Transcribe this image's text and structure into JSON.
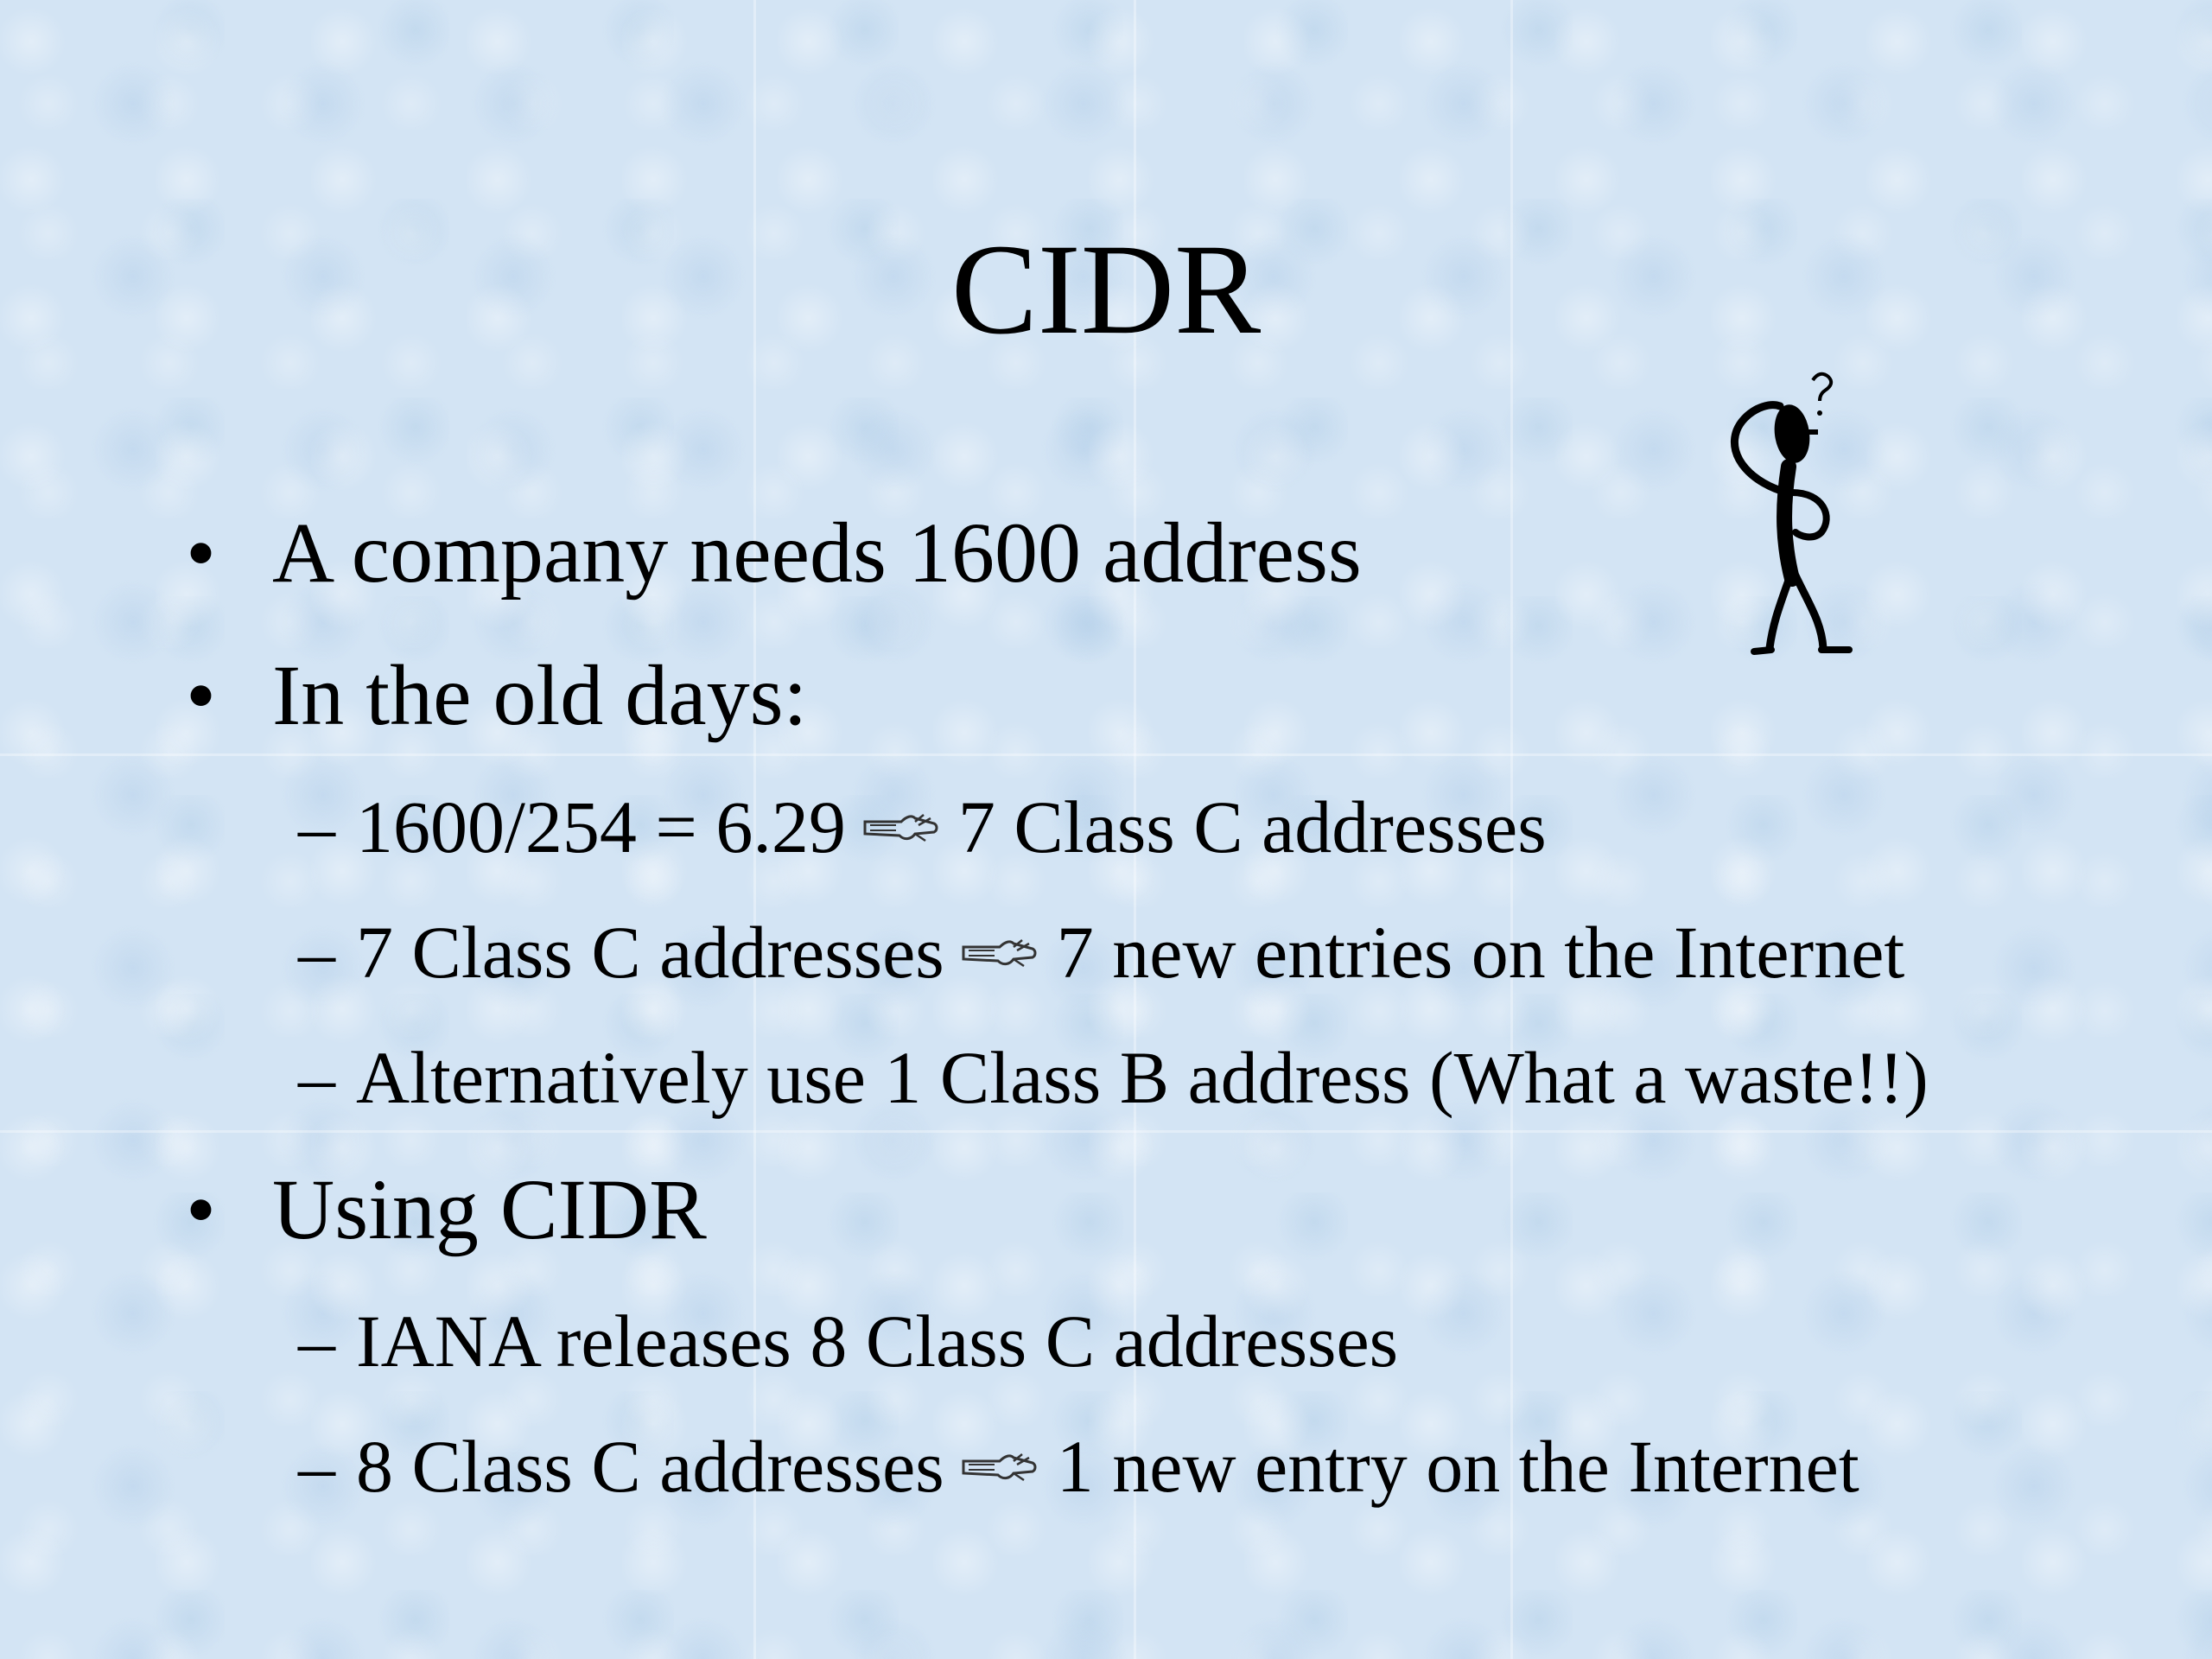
{
  "slide": {
    "title": "CIDR",
    "bullet_glyph": "•",
    "dash_glyph": "–",
    "items": [
      {
        "text": "A company needs 1600 address",
        "sub": []
      },
      {
        "text": "In the old days:",
        "sub": [
          {
            "left": "1600/254 = 6.29",
            "right": "7 Class C addresses"
          },
          {
            "left": "7 Class C addresses",
            "right": "7 new entries on the Internet"
          },
          {
            "left": "Alternatively use 1 Class B address (What a waste!!)",
            "right": ""
          }
        ]
      },
      {
        "text": "Using CIDR",
        "sub": [
          {
            "left": "IANA releases 8 Class C addresses",
            "right": ""
          },
          {
            "left": "8 Class C addresses",
            "right": "1 new entry on the Internet"
          }
        ]
      }
    ],
    "icons": {
      "arrow": "pointing-hand-arrow-icon",
      "clipart": "confused-stick-figure-icon"
    }
  }
}
